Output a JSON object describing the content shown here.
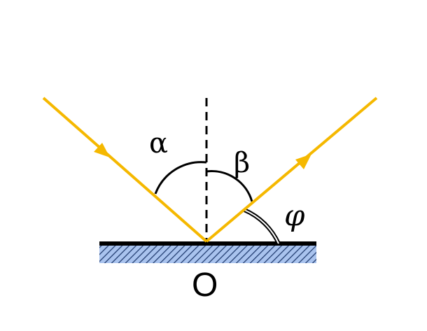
{
  "diagram": {
    "labels": {
      "incident_angle": "α",
      "reflected_angle": "β",
      "grazing_angle": "φ",
      "origin": "O"
    },
    "colors": {
      "ray": "#f5b800",
      "mirror_surface": "#000000",
      "mirror_hatch_bg": "#a9c3ee",
      "mirror_hatch_line": "#1f3a6e",
      "normal_line": "#000000",
      "arcs": "#000000"
    },
    "icons": {
      "incident_arrow": "arrowhead-icon",
      "reflected_arrow": "arrowhead-icon"
    }
  }
}
